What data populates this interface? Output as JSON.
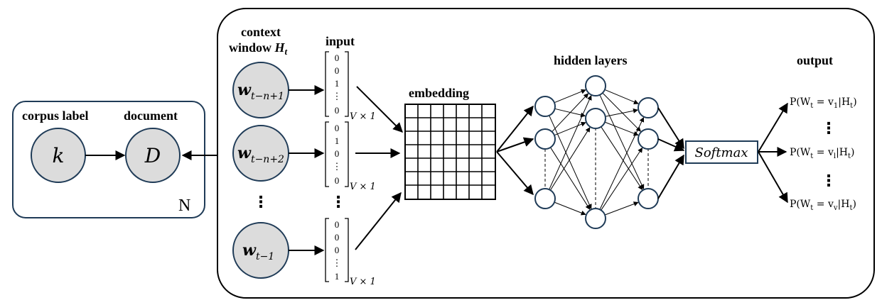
{
  "plate": {
    "corpus_label": "corpus label",
    "document_label": "document",
    "k_node": "k",
    "d_node": "D",
    "n_label": "N"
  },
  "context": {
    "header_line1": "context",
    "header_line2": "window ",
    "header_var": "H",
    "header_sub": "t",
    "nodes": [
      {
        "base": "w",
        "sub": "t−n+1"
      },
      {
        "base": "w",
        "sub": "t−n+2"
      },
      {
        "base": "w",
        "sub": "t−1"
      }
    ],
    "ellipsis": "⋮"
  },
  "input": {
    "title": "input",
    "vectors": [
      [
        "0",
        "0",
        "1",
        "⋮",
        "0"
      ],
      [
        "0",
        "1",
        "0",
        "⋮",
        "0"
      ],
      [
        "0",
        "0",
        "0",
        "⋮",
        "1"
      ]
    ],
    "dim_label": "V × 1",
    "ellipsis": "⋮"
  },
  "embedding": {
    "title": "embedding"
  },
  "hidden": {
    "title": "hidden layers"
  },
  "softmax": {
    "label": "Softmax"
  },
  "output": {
    "title": "output",
    "items": [
      "P(W_t = v_1|H_t)",
      "P(W_t = v_l|H_t)",
      "P(W_t = v_v|H_t)"
    ],
    "item_parts": [
      {
        "pre": "P(W",
        "s1": "t",
        "mid": " = v",
        "s2": "1",
        "post": "|H",
        "s3": "t",
        "end": ")"
      },
      {
        "pre": "P(W",
        "s1": "t",
        "mid": " = v",
        "s2": "l",
        "post": "|H",
        "s3": "t",
        "end": ")"
      },
      {
        "pre": "P(W",
        "s1": "t",
        "mid": " = v",
        "s2": "v",
        "post": "|H",
        "s3": "t",
        "end": ")"
      }
    ],
    "ellipsis": "⋮"
  }
}
